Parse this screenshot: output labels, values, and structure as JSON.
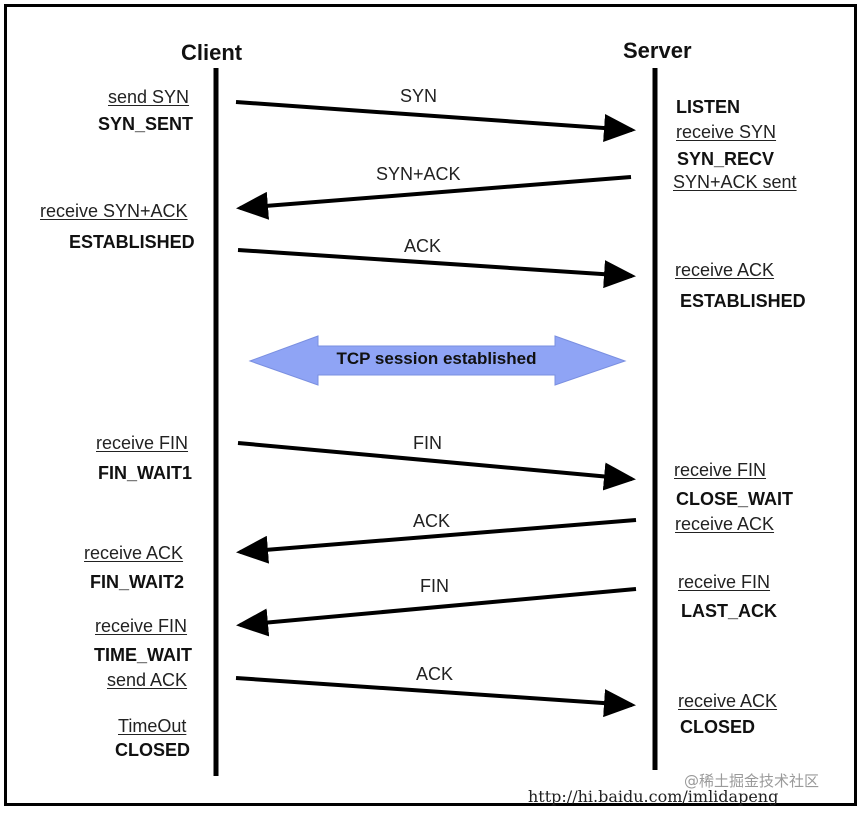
{
  "titles": {
    "client": "Client",
    "server": "Server"
  },
  "client_labels": {
    "send_syn": "send SYN",
    "syn_sent": "SYN_SENT",
    "receive_syn_ack": "receive SYN+ACK",
    "established": "ESTABLISHED",
    "receive_fin": "receive FIN",
    "fin_wait1": "FIN_WAIT1",
    "receive_ack": "receive ACK",
    "fin_wait2": "FIN_WAIT2",
    "receive_fin_2": "receive FIN",
    "time_wait": "TIME_WAIT",
    "send_ack": "send ACK",
    "timeout": "TimeOut",
    "closed": "CLOSED"
  },
  "server_labels": {
    "listen": "LISTEN",
    "receive_syn": "receive SYN",
    "syn_recv": "SYN_RECV",
    "syn_ack_sent": "SYN+ACK sent",
    "receive_ack": "receive ACK",
    "established": "ESTABLISHED",
    "receive_fin": "receive FIN",
    "close_wait": "CLOSE_WAIT",
    "receive_ack_2": "receive ACK",
    "receive_fin_2": "receive FIN",
    "last_ack": "LAST_ACK",
    "receive_ack_3": "receive ACK",
    "closed": "CLOSED"
  },
  "messages": {
    "syn": "SYN",
    "syn_ack": "SYN+ACK",
    "ack1": "ACK",
    "fin1": "FIN",
    "ack2": "ACK",
    "fin2": "FIN",
    "ack3": "ACK"
  },
  "session": {
    "label": "TCP session established",
    "color": "#8fa4f5"
  },
  "watermark": {
    "site": "@稀土掘金技术社区",
    "url": "http://hi.baidu.com/imlidapeng"
  }
}
